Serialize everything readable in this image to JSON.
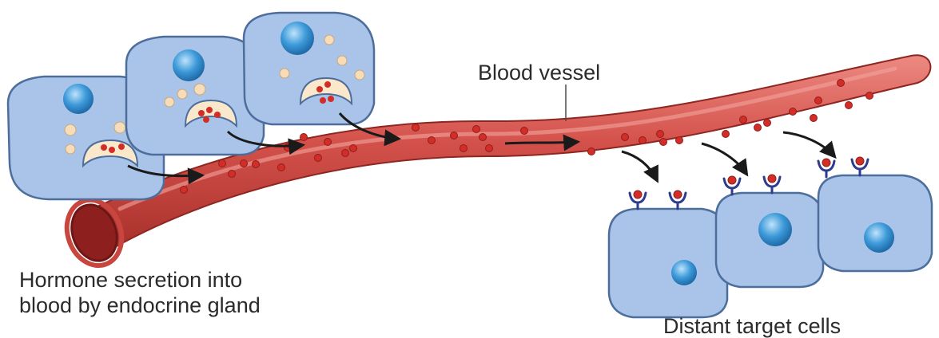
{
  "labels": {
    "vessel": "Blood vessel",
    "source_line1": "Hormone secretion into",
    "source_line2": "blood by endocrine gland",
    "target": "Distant target cells"
  },
  "colors": {
    "cell_fill": "#a9c4e8",
    "cell_stroke": "#4d6e9c",
    "nucleus": "#3d9ad9",
    "vesicle": "#f6dcb8",
    "vessel_body": "#d4514b",
    "vessel_highlight": "#ea7d76",
    "vessel_lumen": "#8e1f1f",
    "hormone": "#d22d26",
    "receptor": "#2e3c8f",
    "arrow": "#1a1a1a"
  }
}
